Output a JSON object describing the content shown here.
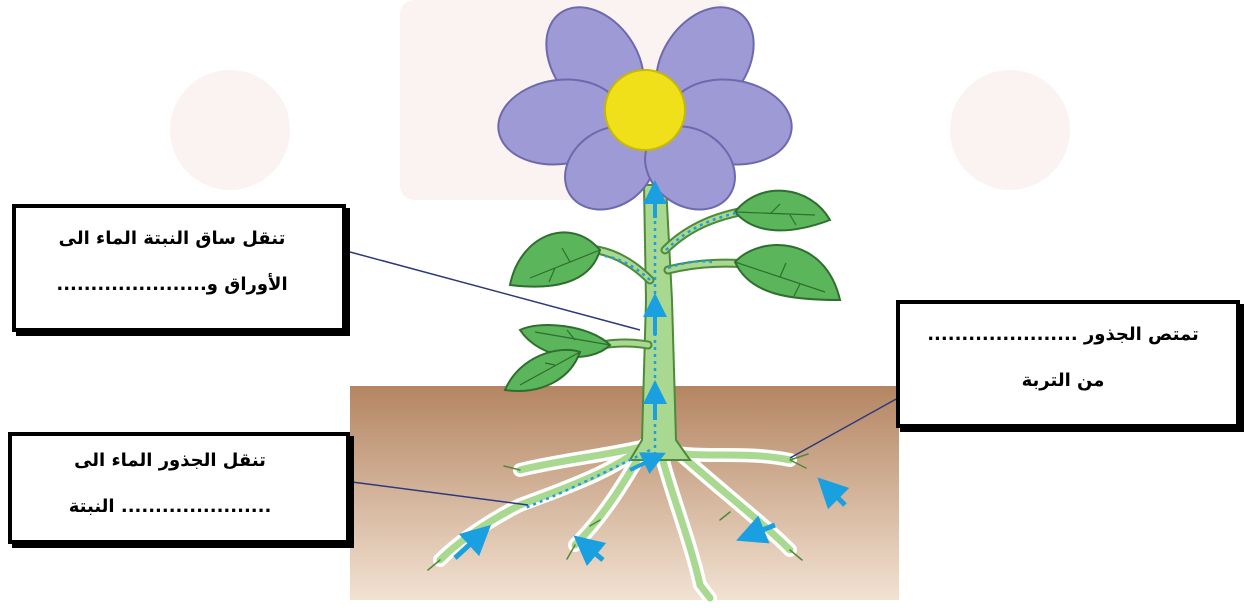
{
  "diagram": {
    "colors": {
      "soil_top": "#b48562",
      "soil_bottom": "#f2e2d2",
      "petal": "#9e9ad6",
      "petal_edge": "#6d69ad",
      "center": "#f0e01a",
      "stem": "#a9d890",
      "stem_edge": "#4e8a3a",
      "leaf": "#5bb55b",
      "leaf_edge": "#2e6e2e",
      "arrow": "#1aa0e0",
      "pointer_line": "#2b3a7a"
    },
    "labels": {
      "stem": {
        "line1": "تنقل ساق النبتة الماء الى",
        "line2": "الأوراق و......................"
      },
      "root_absorb": {
        "line1": "تمتص الجذور ......................",
        "line2": "من التربة"
      },
      "root_transport": {
        "line1": "تنقل الجذور الماء الى",
        "line2": "...................... النبتة"
      }
    }
  }
}
